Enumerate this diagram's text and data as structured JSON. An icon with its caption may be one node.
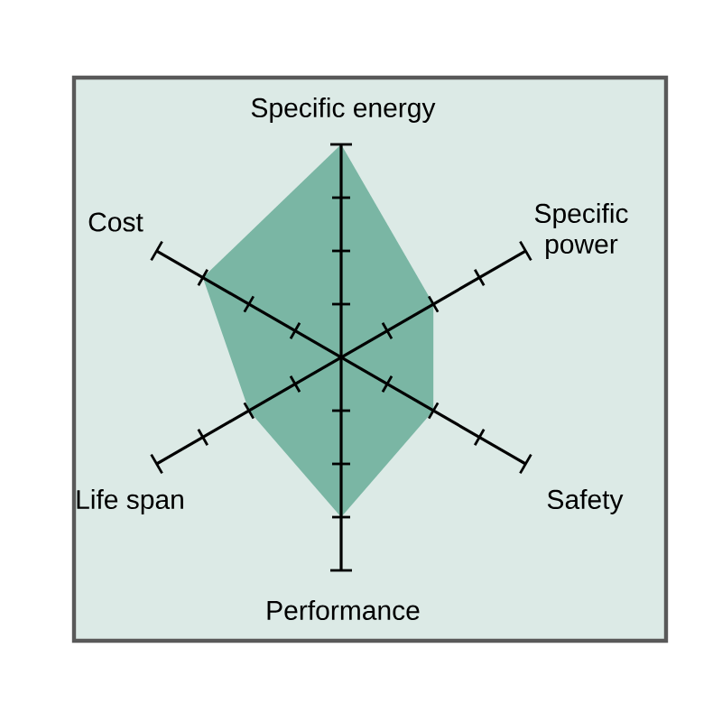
{
  "diagram": {
    "labels": [
      "Specific energy",
      "Cost",
      "Specific power",
      "Life span",
      "Safety",
      "Performance"
    ]
  }
}
